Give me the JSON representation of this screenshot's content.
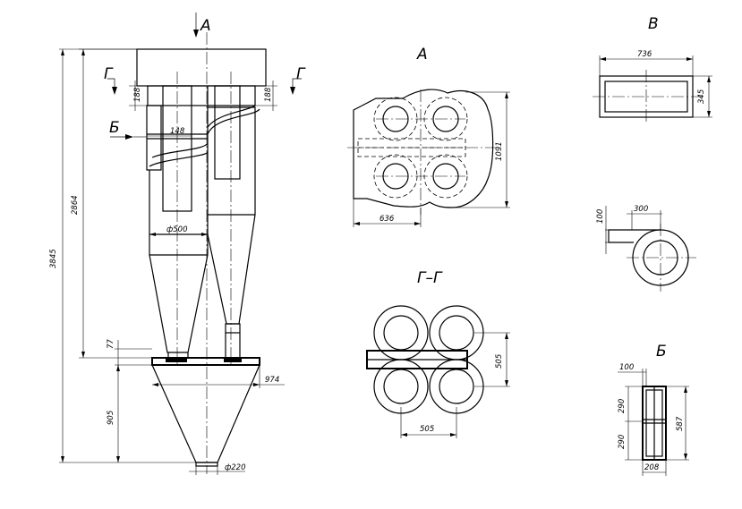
{
  "views": {
    "a": "А",
    "gg": "Г–Г",
    "v": "В",
    "b": "Б"
  },
  "markers": {
    "g_left": "Г",
    "g_right": "Г",
    "b_left": "Б",
    "a_top": "А"
  },
  "dimensions": {
    "total_height": "3845",
    "upper_height": "2864",
    "d77": "77",
    "d905": "905",
    "d974": "974",
    "d220": "ф220",
    "d500": "ф500",
    "d148": "148",
    "d188_left": "188",
    "d188_right": "188",
    "a_width": "636",
    "a_height": "1091",
    "gg_width": "505",
    "gg_height": "505",
    "v_width": "736",
    "v_height": "345",
    "v_pipe_width": "300",
    "v_pipe_height": "100",
    "b_top": "100",
    "b_upper": "290",
    "b_lower": "290",
    "b_height": "587",
    "b_width": "208"
  }
}
